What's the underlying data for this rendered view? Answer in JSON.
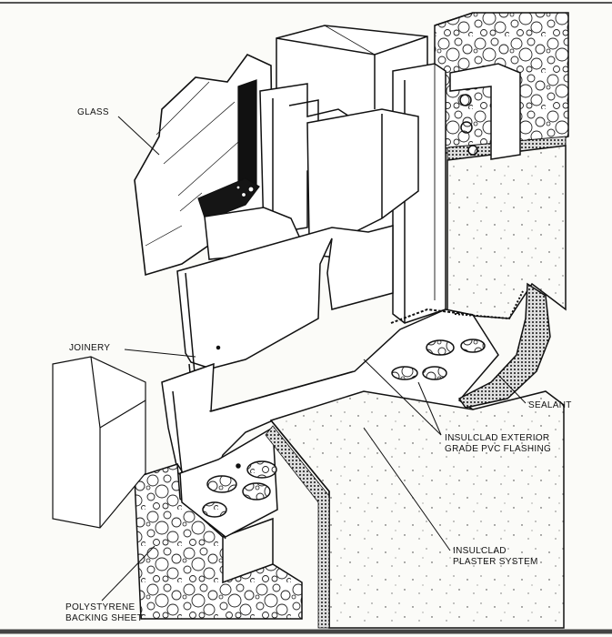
{
  "diagram": {
    "labels": {
      "glass": "GLASS",
      "joinery": "JOINERY",
      "sealant": "SEALANT",
      "flashing_line1": "INSULCLAD EXTERIOR",
      "flashing_line2": "GRADE PVC FLASHING",
      "plaster_line1": "INSULCLAD",
      "plaster_line2": "PLASTER SYSTEM",
      "backing_line1": "POLYSTYRENE",
      "backing_line2": "BACKING SHEET"
    }
  }
}
